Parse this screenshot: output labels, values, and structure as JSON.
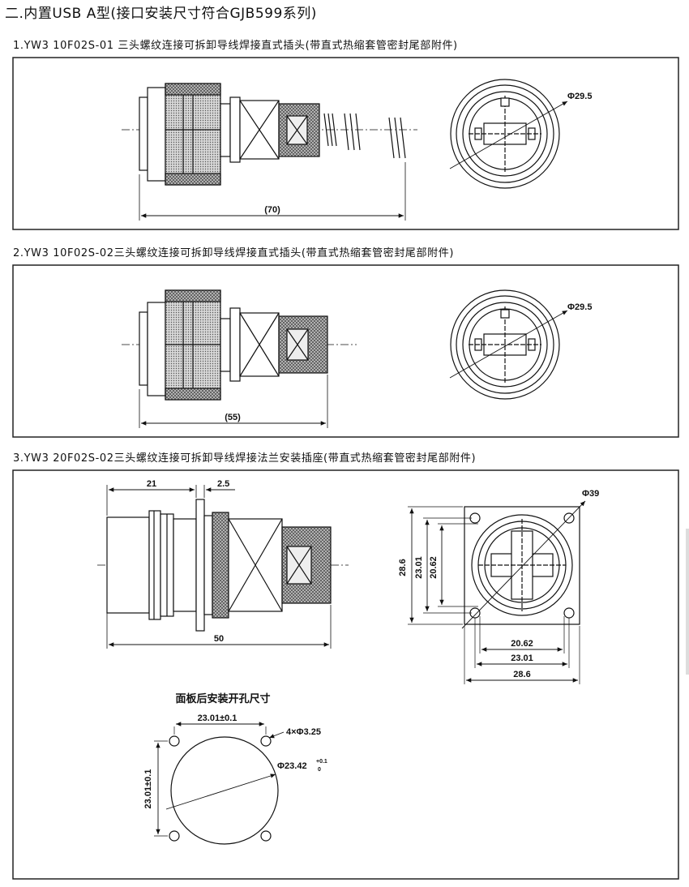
{
  "title": "二.内置USB A型(接口安装尺寸符合GJB599系列)",
  "items": [
    {
      "label": "1.YW3 10F02S-01 三头螺纹连接可拆卸导线焊接直式插头(带直式热缩套管密封尾部附件)",
      "length_dim": "(70)",
      "dia_dim": "Φ29.5"
    },
    {
      "label": "2.YW3 10F02S-02三头螺纹连接可拆卸导线焊接直式插头(带直式热缩套管密封尾部附件)",
      "length_dim": "(55)",
      "dia_dim": "Φ29.5"
    },
    {
      "label": "3.YW3 20F02S-02三头螺纹连接可拆卸导线焊接法兰安装插座(带直式热缩套管密封尾部附件)"
    }
  ],
  "socket": {
    "dim_21": "21",
    "dim_2_5": "2.5",
    "dim_50": "50",
    "dim_phi39": "Φ39",
    "dim_28_6": "28.6",
    "dim_23_01": "23.01",
    "dim_20_62": "20.62"
  },
  "cutout": {
    "title": "面板后安装开孔尺寸",
    "width_dim": "23.01±0.1",
    "height_dim": "23.01±0.1",
    "hole_dim": "4×Φ3.25",
    "dia_dim": "Φ23.42",
    "tol_upper": "+0.1",
    "tol_lower": "0"
  }
}
